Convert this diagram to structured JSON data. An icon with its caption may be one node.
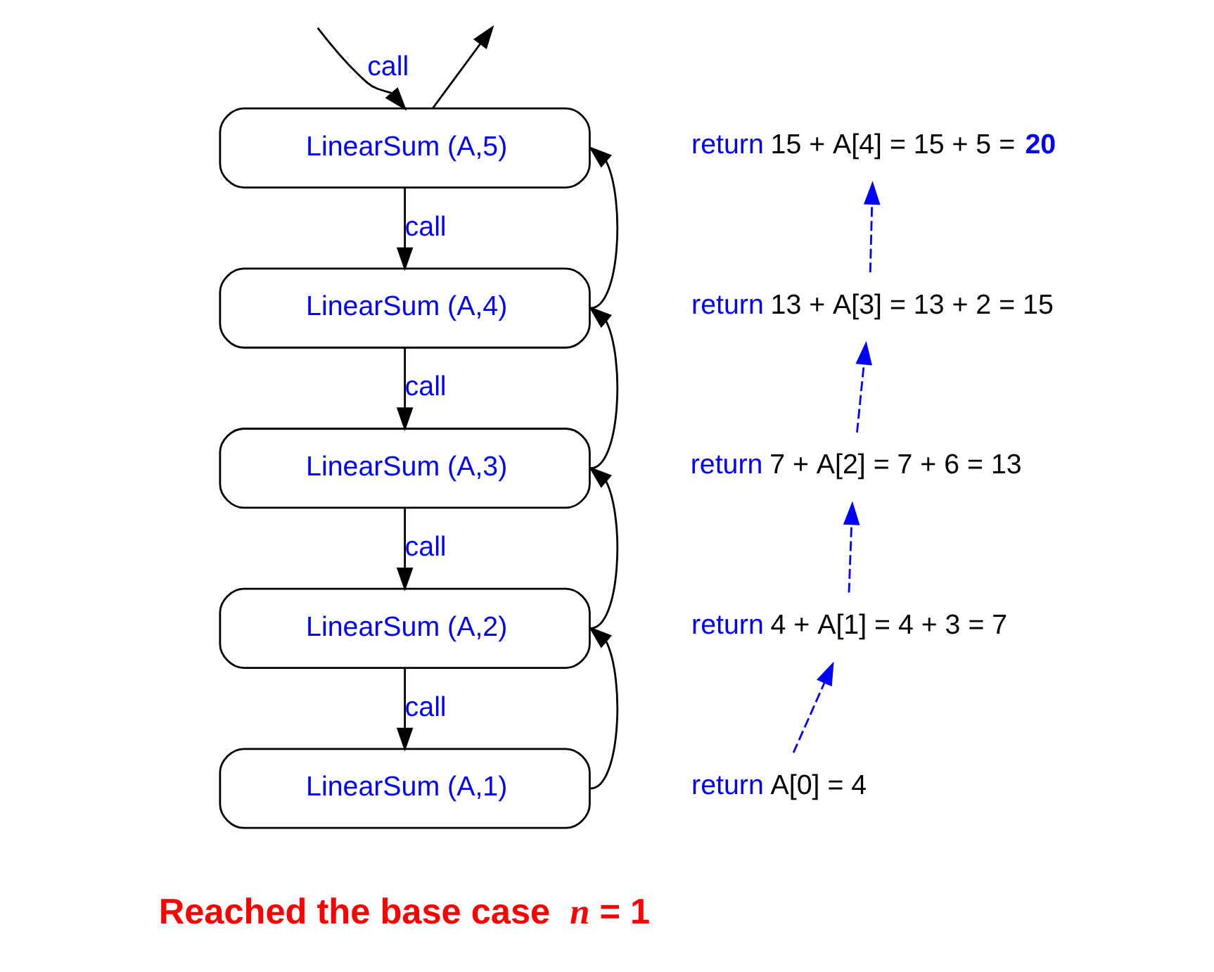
{
  "diagram": {
    "nodes": [
      {
        "text": [
          "LinearSum (A,5)"
        ]
      },
      {
        "text": [
          "LinearSum (A,4)"
        ]
      },
      {
        "text": [
          "LinearSum (A,3)"
        ]
      },
      {
        "text": [
          "LinearSum (A,2)"
        ]
      },
      {
        "text": [
          "LinearSum (A,1)"
        ]
      },
      {
        "text": [
          "return 15 + A[4] = 15 + 5 = **20**"
        ]
      },
      {
        "text": [
          "return 13 + A[3] = 13 + 2 = 15"
        ]
      },
      {
        "text": [
          "return 7 + A[2] = 7 + 6 = 13"
        ]
      },
      {
        "text": [
          "return 4 + A[1] = 4 + 3 = 7"
        ]
      },
      {
        "text": [
          "return A[0] = 4"
        ]
      }
    ],
    "edges": [
      {
        "from": null,
        "to": 0,
        "arrow": "to",
        "label": "call"
      },
      {
        "from": 0,
        "to": 1,
        "arrow": "to",
        "label": "call"
      },
      {
        "from": 1,
        "to": 2,
        "arrow": "to",
        "label": "call"
      },
      {
        "from": 2,
        "to": 3,
        "arrow": "to",
        "label": "call"
      },
      {
        "from": 3,
        "to": 4,
        "arrow": "to",
        "label": "call"
      },
      {
        "from": 4,
        "to": 3,
        "arrow": "to"
      },
      {
        "from": 3,
        "to": 2,
        "arrow": "to"
      },
      {
        "from": 2,
        "to": 1,
        "arrow": "to"
      },
      {
        "from": 1,
        "to": 0,
        "arrow": "to"
      },
      {
        "from": 0,
        "to": null,
        "arrow": "to"
      },
      {
        "from": 9,
        "to": 8,
        "arrow": "to",
        "style": "dashed",
        "color": "#0000ff"
      },
      {
        "from": 8,
        "to": 7,
        "arrow": "to",
        "style": "dashed",
        "color": "#0000ff"
      },
      {
        "from": 7,
        "to": 6,
        "arrow": "to",
        "style": "dashed",
        "color": "#0000ff"
      },
      {
        "from": 6,
        "to": 5,
        "arrow": "to",
        "style": "dashed",
        "color": "#0000ff"
      }
    ],
    "labels": [
      "Reached the base case *n* = 1"
    ]
  }
}
